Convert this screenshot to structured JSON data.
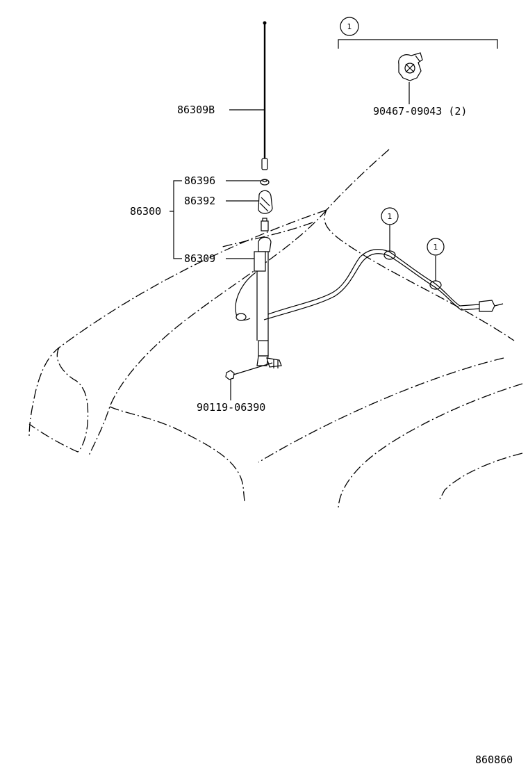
{
  "callouts": {
    "antenna_rod": "86309B",
    "nut": "86396",
    "pad": "86392",
    "assembly": "86300",
    "antenna_body": "86309",
    "screw": "90119-06390",
    "clamp": "90467-09043 (2)"
  },
  "legend_marker": "1",
  "cable_marker_1": "1",
  "cable_marker_2": "1",
  "diagram_number": "860860"
}
